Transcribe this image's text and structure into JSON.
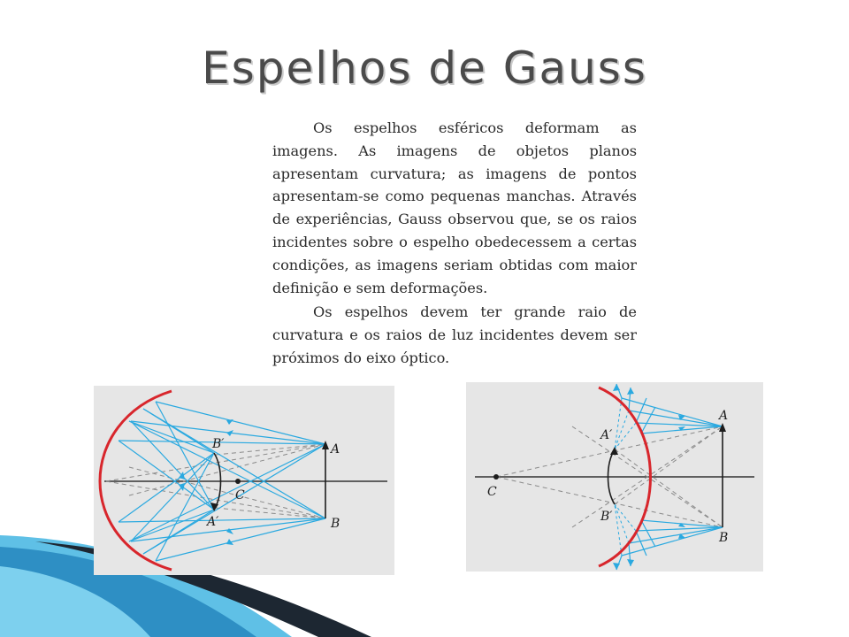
{
  "slide": {
    "title": "Espelhos de Gauss",
    "paragraphs": [
      "Os espelhos esféricos deformam as imagens. As imagens de objetos planos apresentam curvatura; as imagens de pontos apresentam-se como pequenas manchas. Através de experiências, Gauss observou que, se os raios incidentes sobre o espelho obedecessem a certas condições, as imagens seriam obtidas com maior definição e sem deformações.",
      "Os espelhos devem ter grande raio de curvatura e os raios de luz incidentes devem ser próximos do eixo óptico."
    ]
  },
  "figures": {
    "left": {
      "labels": {
        "A": "A",
        "B": "B",
        "C": "C",
        "A_prime": "A′",
        "B_prime": "B′"
      }
    },
    "right": {
      "labels": {
        "A": "A",
        "B": "B",
        "C": "C",
        "A_prime": "A′",
        "B_prime": "B′"
      }
    }
  },
  "colors": {
    "mirror": "#d8262c",
    "ray": "#2aa9e0",
    "panel": "#e6e6e6",
    "deco_light": "#3aa7d6",
    "deco_dark": "#1c2a3a"
  }
}
